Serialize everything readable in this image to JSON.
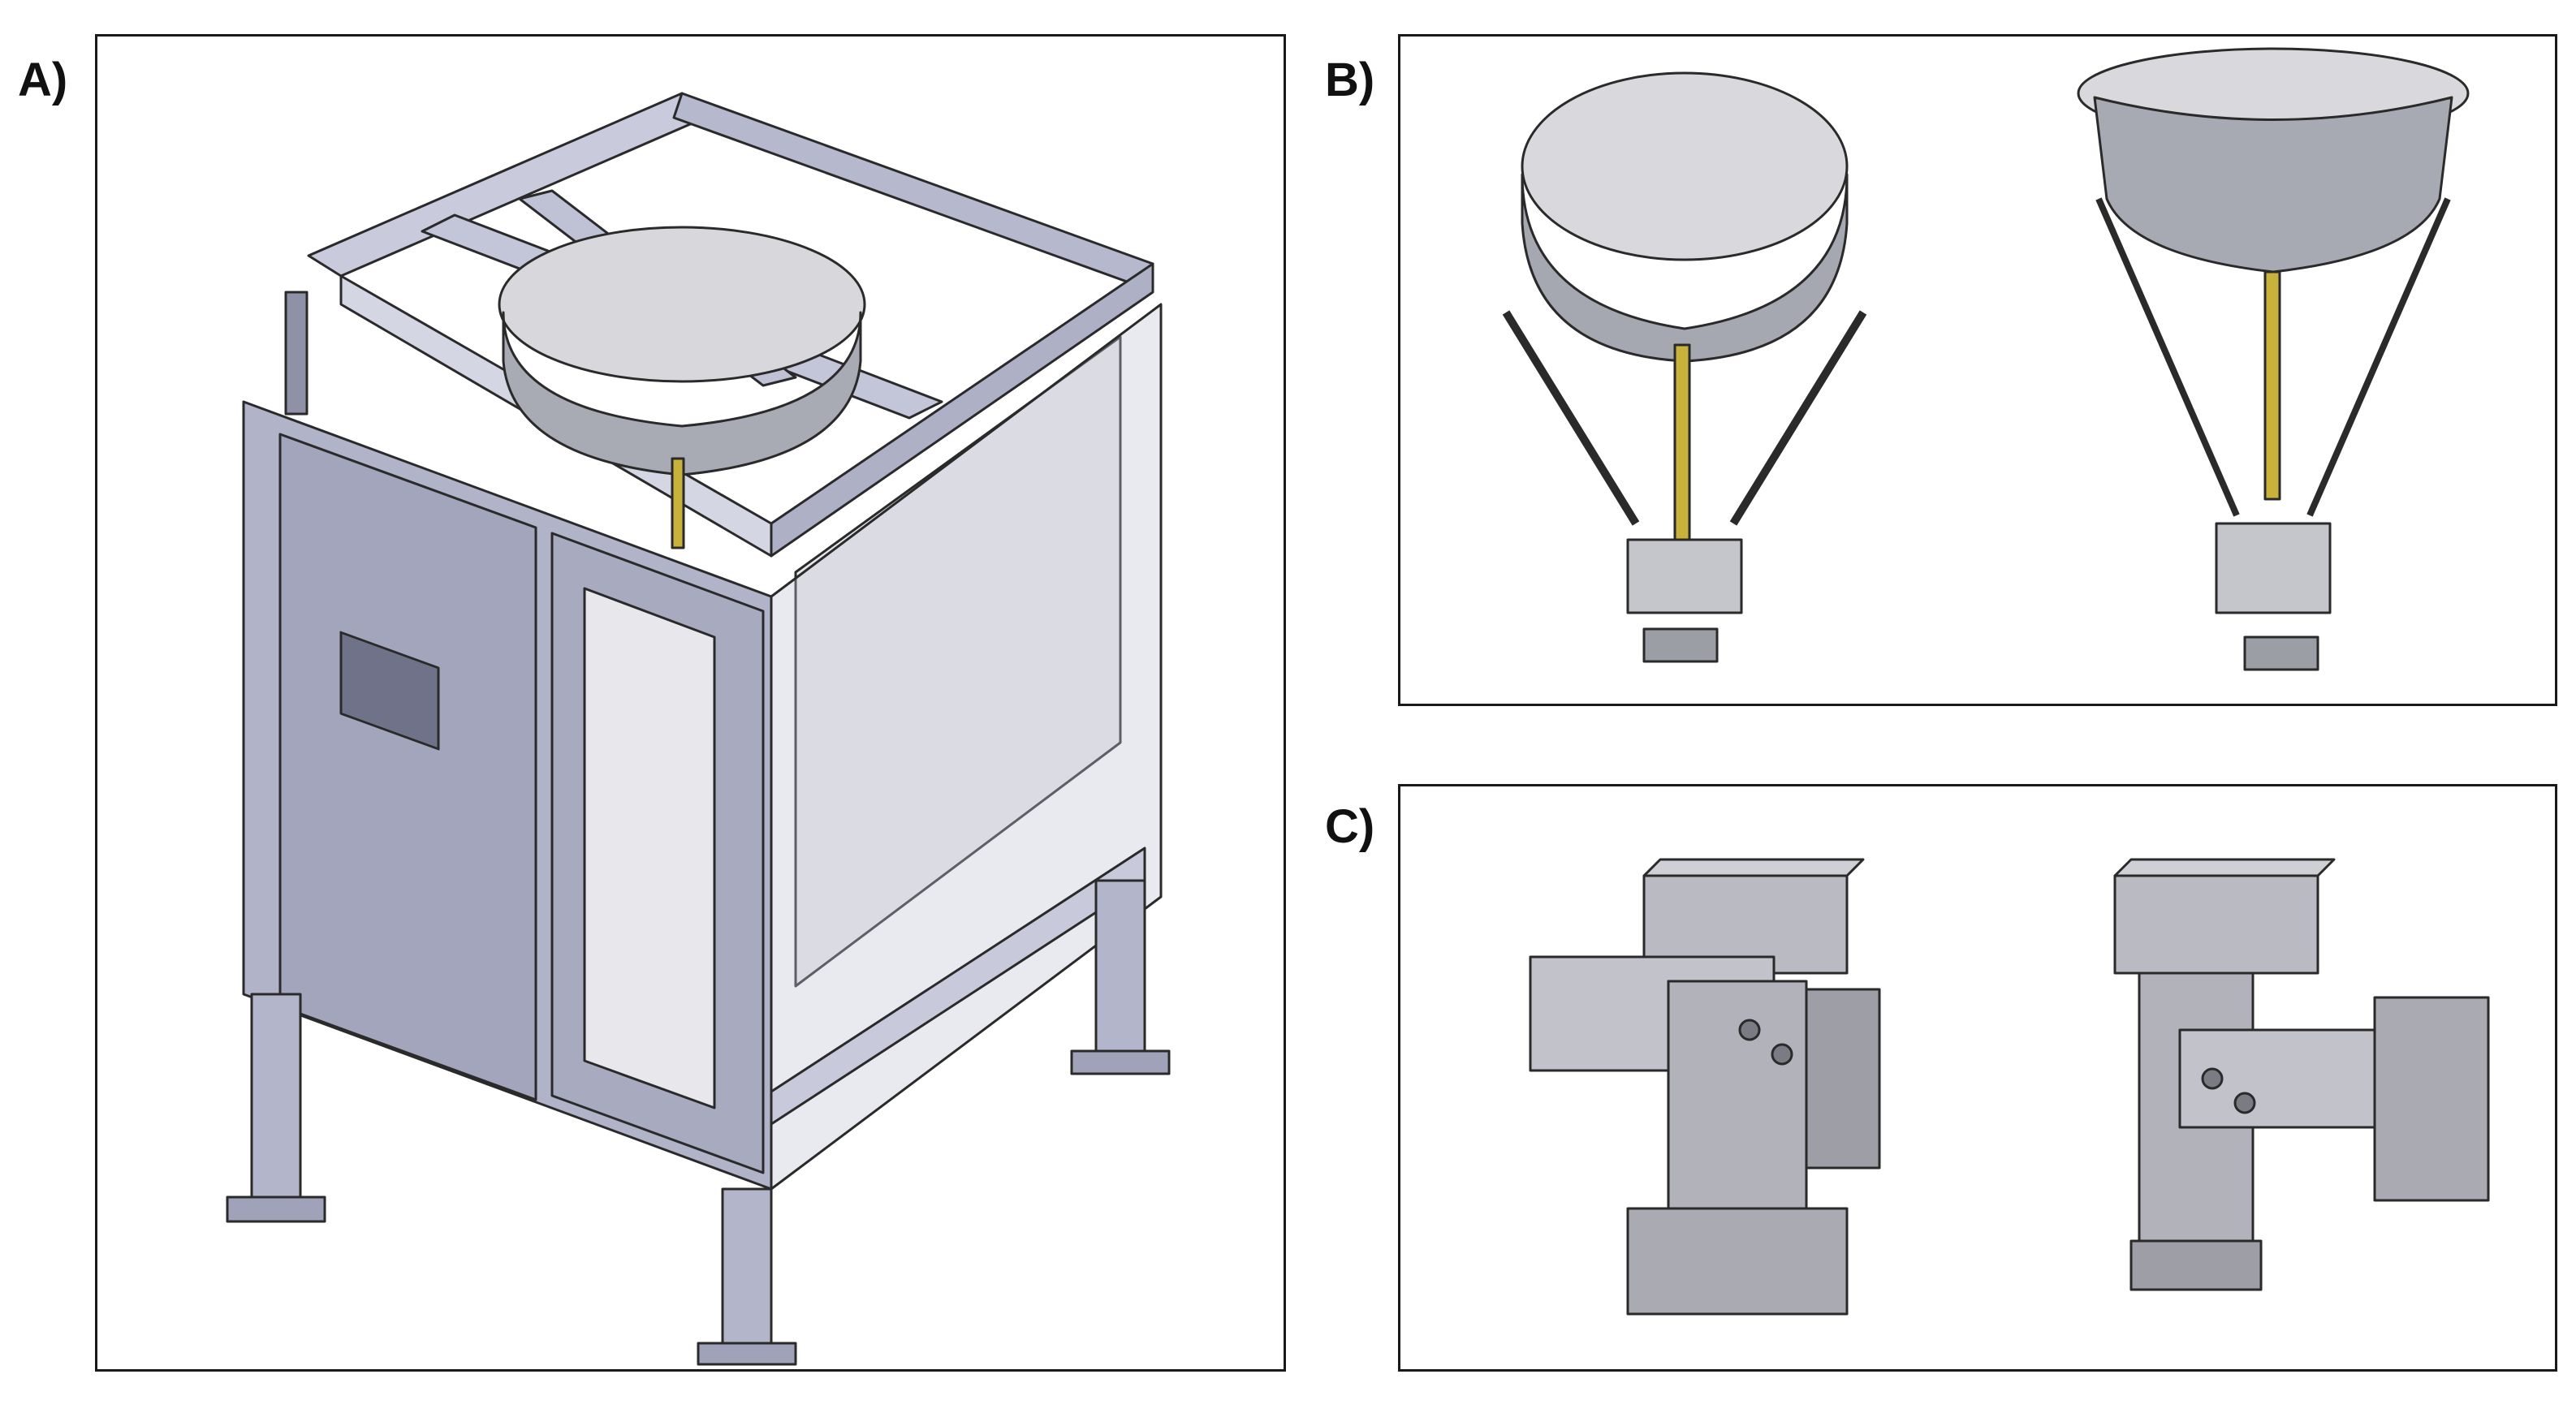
{
  "panels": [
    {
      "label": "A)"
    },
    {
      "label": "B)"
    },
    {
      "label": "C)"
    }
  ],
  "colors": {
    "frame_border": "#1a1a1a",
    "steel_light": "#d4d6e4",
    "steel_mid": "#aeb1c6",
    "steel_dark": "#7d8099",
    "glass": "#e8e8ec",
    "rod_yellow": "#c9b23c",
    "outline": "#2a2a2a"
  }
}
